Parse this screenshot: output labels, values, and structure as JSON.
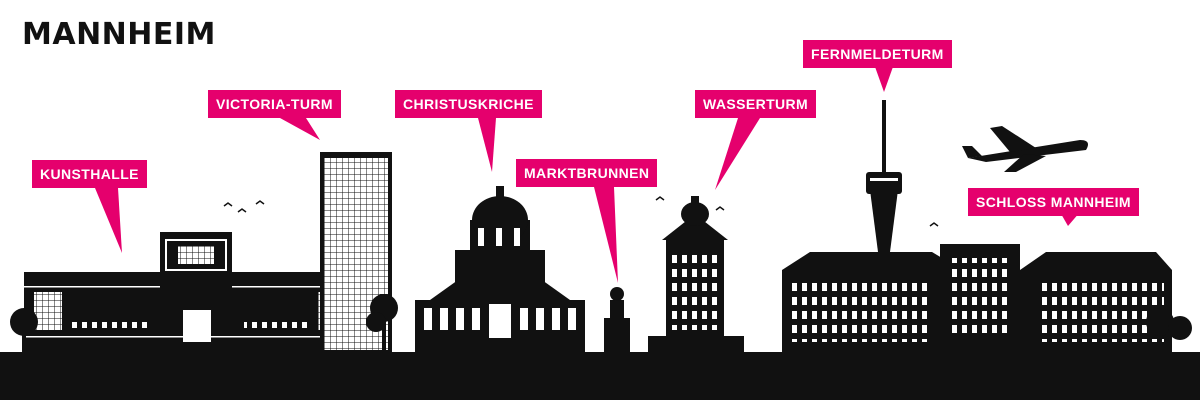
{
  "title": "MANNHEIM",
  "colors": {
    "accent": "#e5006d",
    "silhouette": "#111111",
    "background": "#ffffff"
  },
  "landmarks": {
    "kunsthalle": "KUNSTHALLE",
    "victoria_turm": "VICTORIA-TURM",
    "christuskriche": "CHRISTUSKRICHE",
    "marktbrunnen": "MARKTBRUNNEN",
    "wasserturm": "WASSERTURM",
    "fernmeldeturm": "FERNMELDETURM",
    "schloss_mannheim": "SCHLOSS MANNHEIM"
  },
  "icons": [
    "airplane-icon",
    "bird-icon",
    "tree-icon"
  ]
}
